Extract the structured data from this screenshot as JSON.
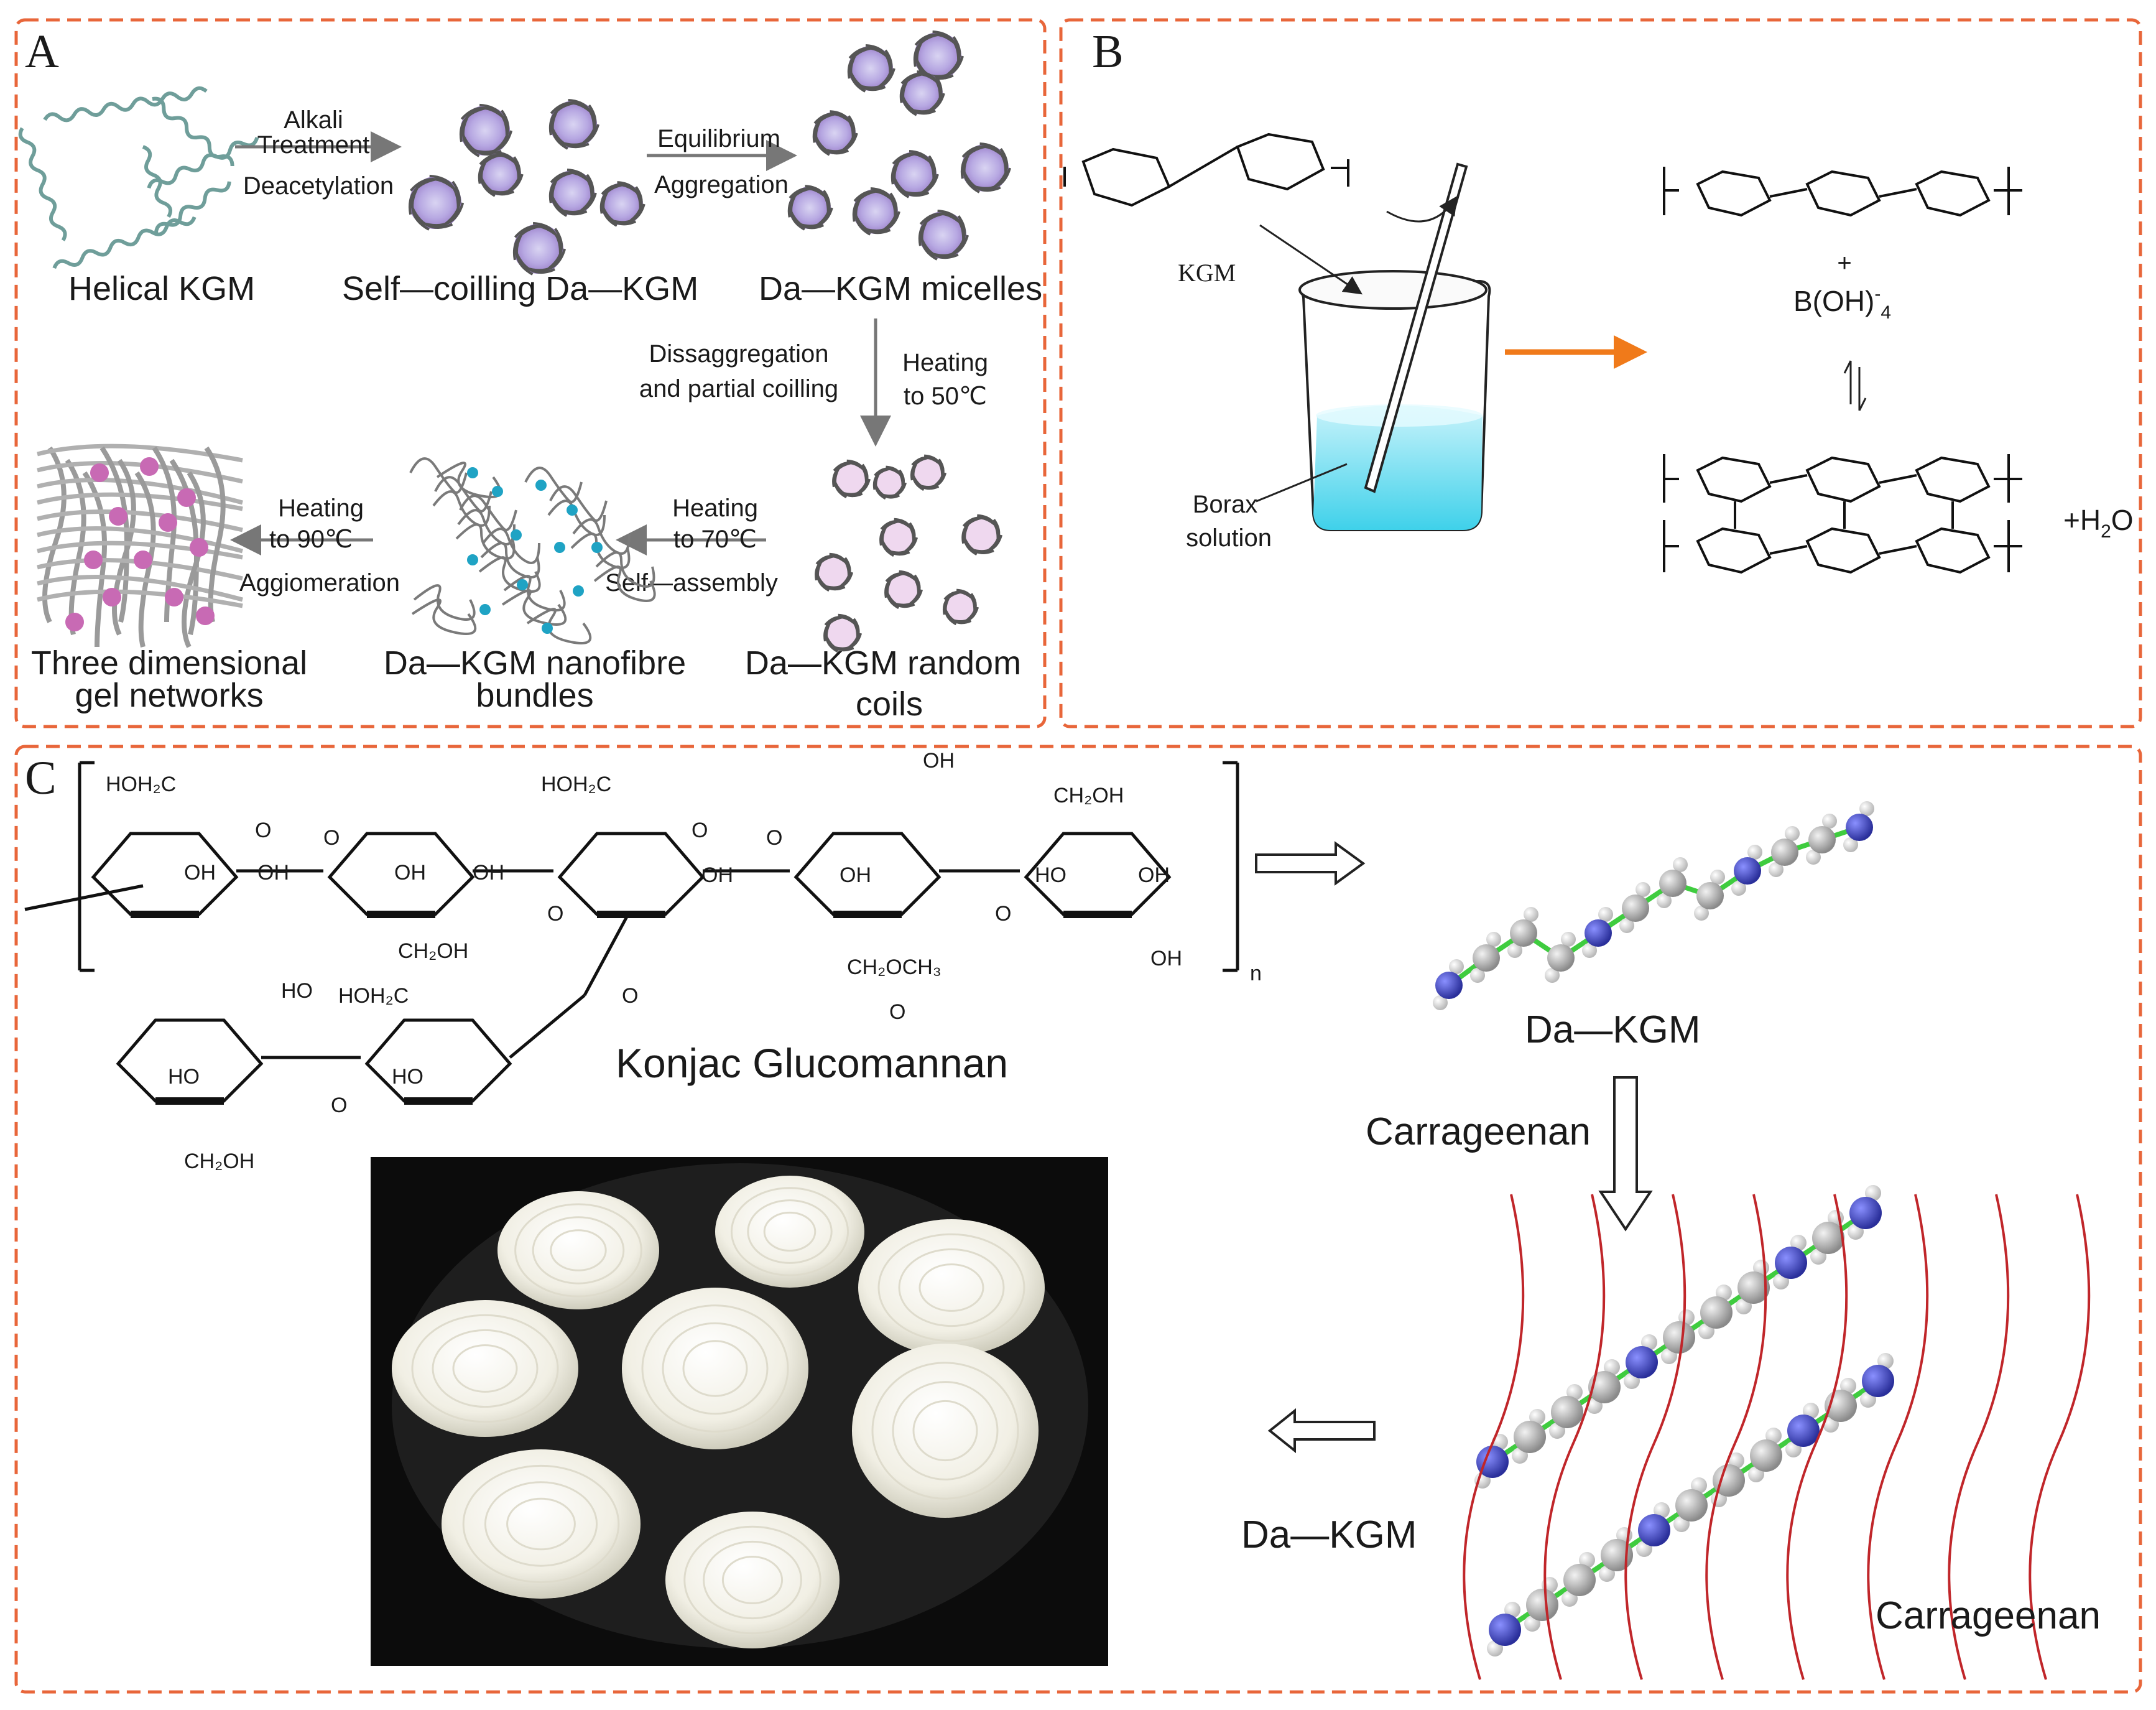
{
  "panels": {
    "a": {
      "letter": "A",
      "helical_kgm": "Helical KGM",
      "self_coiling": "Self—coilling Da—KGM",
      "micelles": "Da—KGM micelles",
      "step1": [
        "Alkali",
        "Treatment",
        "Deacetylation"
      ],
      "step2": [
        "Equilibrium",
        "Aggregation"
      ],
      "step3_left": [
        "Dissaggregation",
        "and partial coilling"
      ],
      "step3_right": [
        "Heating",
        "to 50℃"
      ],
      "random_coils": [
        "Da—KGM random",
        "coils"
      ],
      "step4": [
        "Heating",
        "to 70℃",
        "Self—assembly"
      ],
      "nanofibre": [
        "Da—KGM nanofibre",
        "bundles"
      ],
      "step5": [
        "Heating",
        "to 90℃",
        "Aggiomeration"
      ],
      "gel": [
        "Three dimensional",
        "gel networks"
      ]
    },
    "b": {
      "letter": "B",
      "kgm": "KGM",
      "borax": [
        "Borax",
        "solution"
      ],
      "product_plus": "+",
      "boh4": "B(OH)",
      "boh4_sup": "-",
      "boh4_sub": "4",
      "water": "+H",
      "water_sub": "2",
      "water_tail": "O",
      "n": "n"
    },
    "c": {
      "letter": "C",
      "konjac": "Konjac Glucomannan",
      "da_kgm_top": "Da—KGM",
      "carrageenan_step": "Carrageenan",
      "da_kgm_bottom": "Da—KGM",
      "carrageenan_label": "Carrageenan",
      "groups": {
        "hoh2c": "HOH₂C",
        "ch2oh": "CH₂OH",
        "oh": "OH",
        "ho": "HO",
        "o": "O",
        "ester": "CH₂OCH₃",
        "n": "n"
      }
    }
  }
}
